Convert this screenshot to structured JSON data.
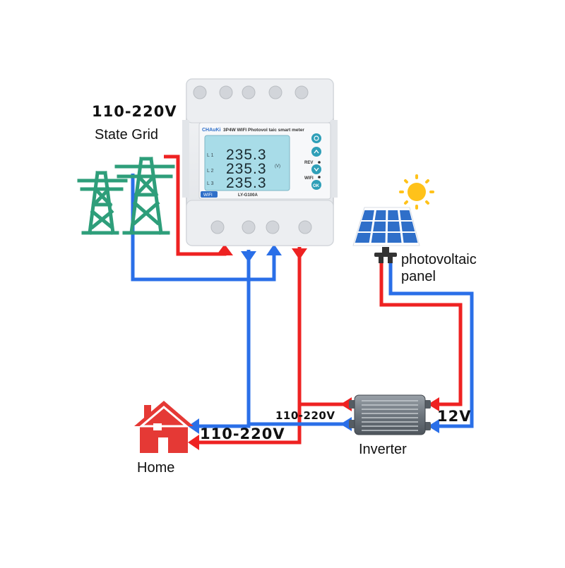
{
  "labels": {
    "grid_voltage": "110-220V",
    "grid_name": "State Grid",
    "panel_line1": "photovoltaic",
    "panel_line2": "panel",
    "home_voltage": "110-220V",
    "inverter_output": "110-220V",
    "dc_voltage": "12V",
    "inverter": "Inverter",
    "home": "Home"
  },
  "meter": {
    "brand": "CHAuKi",
    "title": "3P4W WIFI Photovol taic smart meter",
    "model": "LY-G100A",
    "wifi_badge": "WIFI",
    "unit": "(V)",
    "row_labels": [
      "L 1",
      "L 2",
      "L 3"
    ],
    "readings": [
      "235.3",
      "235.3",
      "235.3"
    ],
    "rev_label": "REV",
    "wifi_label": "WIFI",
    "ok_label": "OK"
  },
  "colors": {
    "live_wire": "#ee2222",
    "neutral_wire": "#2a6fe8",
    "tower": "#2e9e7a",
    "home": "#e53935",
    "sun": "#ffc21a",
    "solar_cell": "#2f6fc9",
    "lcd": "#a8dce8"
  },
  "icons": {
    "tower": "transmission-tower-icon",
    "sun": "sun-icon",
    "panel": "solar-panel-icon",
    "home": "house-icon",
    "inverter": "inverter-icon"
  }
}
